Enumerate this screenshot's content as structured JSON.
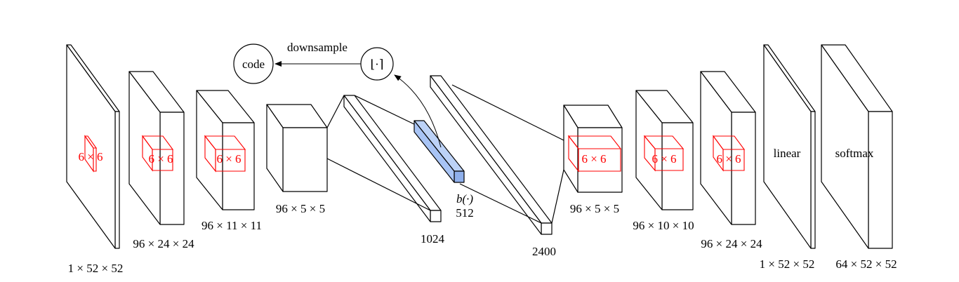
{
  "labels": {
    "input_dims": "1 × 52 × 52",
    "conv1_dims": "96 × 24 × 24",
    "conv2_dims": "96 × 11 × 11",
    "conv3_dims": "96 × 5 × 5",
    "fc1_dims": "1024",
    "code_layer_fn": "b(·)",
    "code_layer_dims": "512",
    "fc2_dims": "2400",
    "deconv1_dims": "96 × 5 × 5",
    "deconv2_dims": "96 × 10 × 10",
    "deconv3_dims": "96 × 24 × 24",
    "linear_dims": "1 × 52 × 52",
    "softmax_dims": "64 × 52 × 52",
    "kernel": "6 × 6",
    "linear": "linear",
    "softmax": "softmax",
    "code": "code",
    "downsample": "downsample",
    "round_op": "⌊·⌉"
  },
  "colors": {
    "stroke": "#000000",
    "kernel": "#ff0000",
    "code_layer_fill": "#a8c4f5",
    "code_layer_stroke": "#000000"
  }
}
